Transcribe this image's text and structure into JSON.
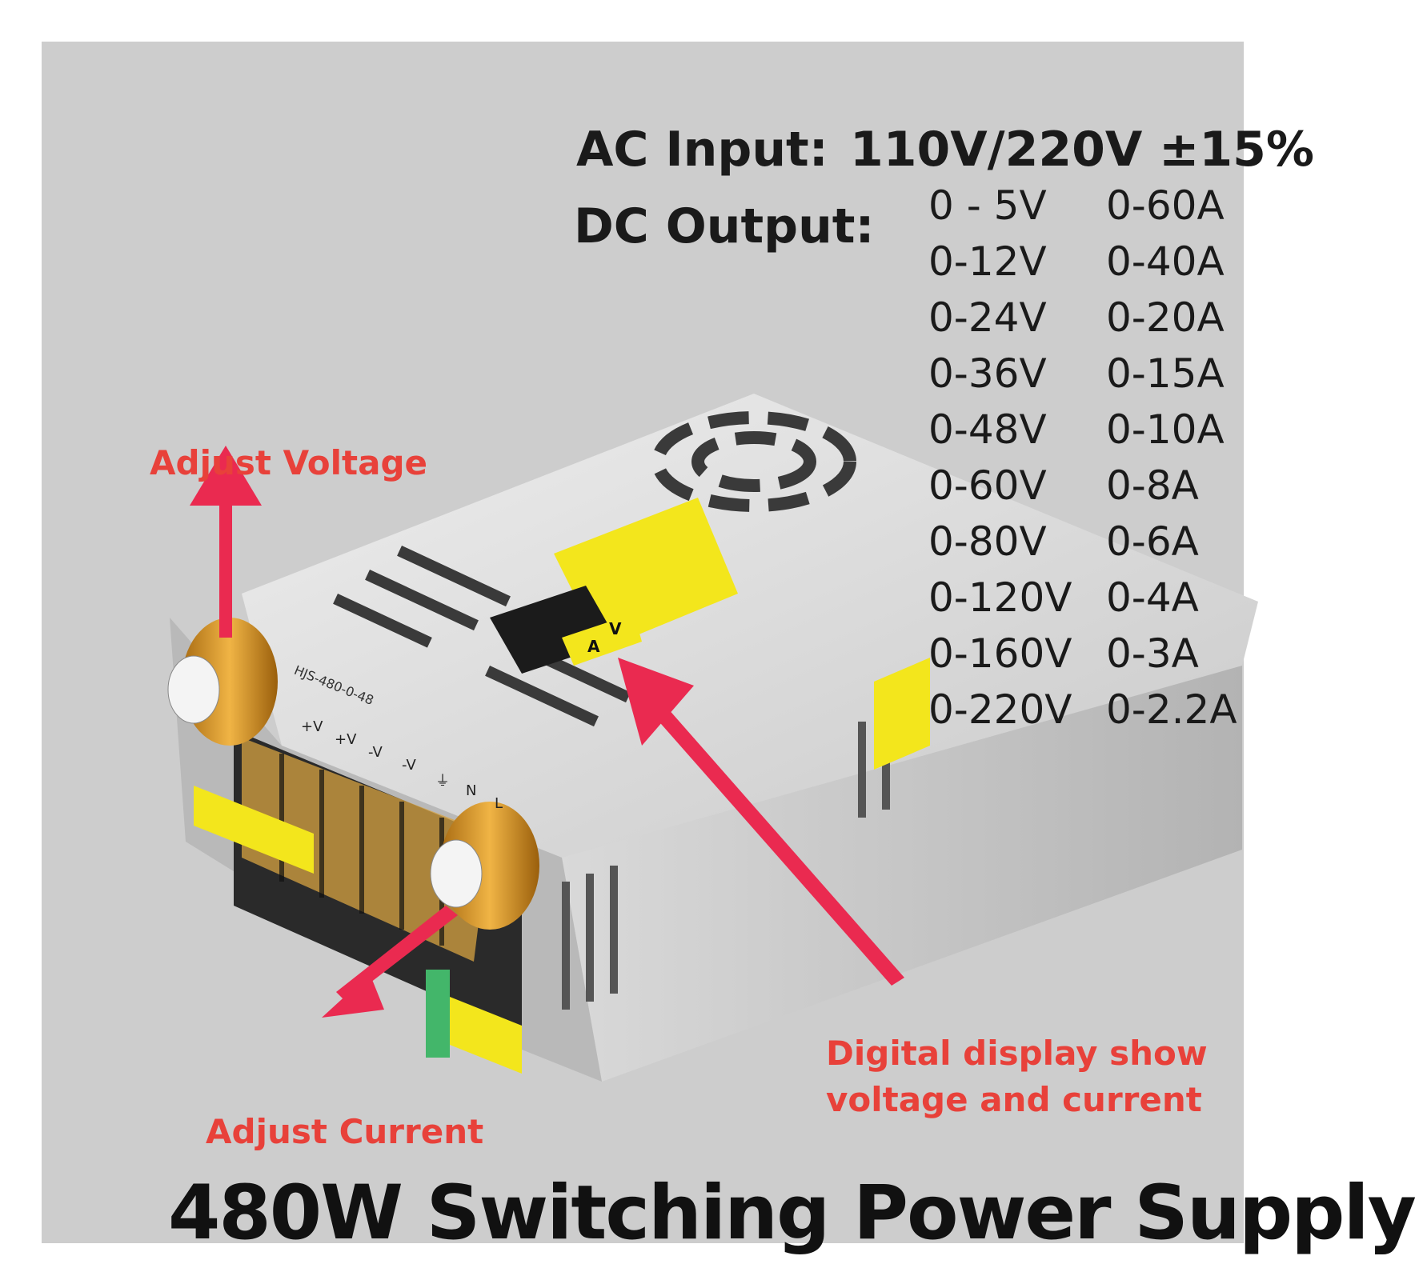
{
  "header": {
    "ac_label": "AC Input:",
    "ac_value": "110V/220V ±15%",
    "dc_label": "DC Output:"
  },
  "specs": [
    {
      "voltage": "0 - 5V",
      "current": "0-60A"
    },
    {
      "voltage": "0-12V",
      "current": "0-40A"
    },
    {
      "voltage": "0-24V",
      "current": "0-20A"
    },
    {
      "voltage": "0-36V",
      "current": "0-15A"
    },
    {
      "voltage": "0-48V",
      "current": "0-10A"
    },
    {
      "voltage": "0-60V",
      "current": "0-8A"
    },
    {
      "voltage": "0-80V",
      "current": "0-6A"
    },
    {
      "voltage": "0-120V",
      "current": "0-4A"
    },
    {
      "voltage": "0-160V",
      "current": "0-3A"
    },
    {
      "voltage": "0-220V",
      "current": "0-2.2A"
    }
  ],
  "callouts": {
    "adjust_voltage": "Adjust Voltage",
    "adjust_current": "Adjust Current",
    "display_line1": "Digital display show",
    "display_line2": "voltage and current"
  },
  "device": {
    "model": "HJS-480-0-48",
    "terminal_labels": [
      "+V",
      "+V",
      "-V",
      "-V",
      "⏚",
      "N",
      "L"
    ],
    "display_units": [
      "V",
      "A"
    ]
  },
  "footer": {
    "title": "480W Switching Power Supply"
  },
  "colors": {
    "background": "#cdcdcd",
    "callout_red": "#e8413a",
    "arrow_red": "#ea2a50",
    "knob_gold": "#d4971f",
    "label_yellow": "#f3e61c"
  }
}
